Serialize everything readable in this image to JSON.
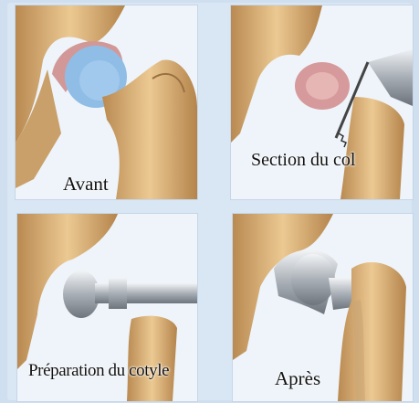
{
  "panels": [
    {
      "caption": "Avant"
    },
    {
      "caption": "Section du col"
    },
    {
      "caption": "Préparation du cotyle"
    },
    {
      "caption": "Après"
    }
  ],
  "colors": {
    "bone": "#e2bd84",
    "bone_shadow": "#a87a45",
    "cartilage": "#8fbde6",
    "head_pink": "#d79a9c",
    "metal": "#b9bfc6",
    "background": "#cfdff0"
  }
}
